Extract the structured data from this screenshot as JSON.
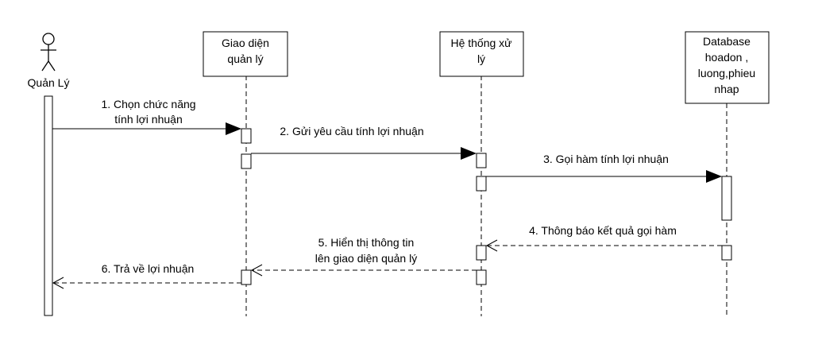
{
  "actor": {
    "label": "Quản Lý"
  },
  "participants": [
    {
      "id": "ui",
      "lines": [
        "Giao diện",
        "quản lý"
      ]
    },
    {
      "id": "system",
      "lines": [
        "Hệ thống xử",
        "lý"
      ]
    },
    {
      "id": "database",
      "lines": [
        "Database",
        "hoadon ,",
        "luong,phieu",
        "nhap"
      ]
    }
  ],
  "messages": [
    {
      "id": "m1",
      "lines": [
        "1. Chọn chức năng",
        "tính lợi nhuận"
      ],
      "style": "sync"
    },
    {
      "id": "m2",
      "lines": [
        "2. Gửi yêu cầu tính lợi nhuận"
      ],
      "style": "sync"
    },
    {
      "id": "m3",
      "lines": [
        "3. Gọi hàm tính lợi nhuận"
      ],
      "style": "sync"
    },
    {
      "id": "m4",
      "lines": [
        "4. Thông báo kết quả gọi hàm"
      ],
      "style": "return"
    },
    {
      "id": "m5",
      "lines": [
        "5. Hiển thị thông tin",
        "lên giao diện quản lý"
      ],
      "style": "return"
    },
    {
      "id": "m6",
      "lines": [
        "6. Trả về lợi nhuận"
      ],
      "style": "return"
    }
  ],
  "colors": {
    "line": "#000000",
    "background": "#ffffff"
  }
}
